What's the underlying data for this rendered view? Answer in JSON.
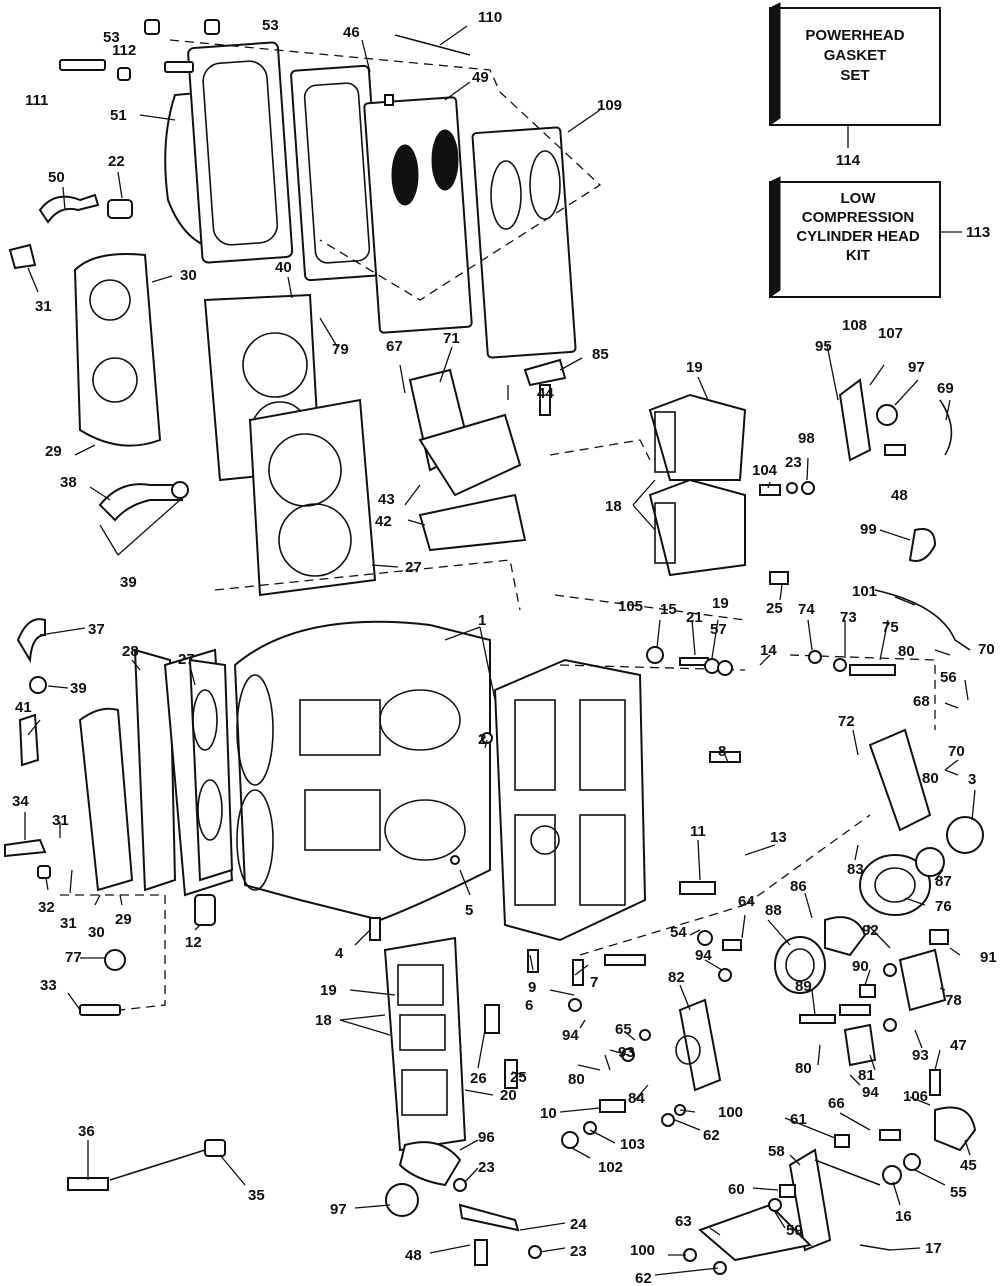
{
  "kits": {
    "gasket_set": {
      "number": "114",
      "lines": [
        "POWERHEAD",
        "GASKET",
        "SET"
      ]
    },
    "cylinder_head_kit": {
      "number": "113",
      "lines": [
        "LOW",
        "COMPRESSION",
        "CYLINDER HEAD",
        "KIT"
      ]
    }
  },
  "callouts": [
    "53",
    "53",
    "112",
    "111",
    "110",
    "46",
    "49",
    "51",
    "109",
    "22",
    "50",
    "31",
    "30",
    "40",
    "79",
    "29",
    "67",
    "71",
    "85",
    "19",
    "95",
    "108",
    "107",
    "97",
    "69",
    "44",
    "104",
    "23",
    "98",
    "48",
    "38",
    "18",
    "43",
    "42",
    "99",
    "39",
    "27",
    "101",
    "19",
    "25",
    "105",
    "15",
    "21",
    "57",
    "74",
    "73",
    "75",
    "80",
    "70",
    "56",
    "68",
    "37",
    "28",
    "27",
    "1",
    "14",
    "39",
    "41",
    "72",
    "2",
    "8",
    "70",
    "80",
    "3",
    "34",
    "31",
    "11",
    "13",
    "83",
    "87",
    "86",
    "76",
    "32",
    "31",
    "30",
    "29",
    "12",
    "5",
    "64",
    "88",
    "54",
    "92",
    "91",
    "4",
    "9",
    "7",
    "94",
    "82",
    "90",
    "77",
    "6",
    "78",
    "33",
    "19",
    "89",
    "18",
    "65",
    "93",
    "80",
    "26",
    "94",
    "25",
    "93",
    "81",
    "47",
    "80",
    "94",
    "106",
    "20",
    "84",
    "100",
    "10",
    "66",
    "61",
    "62",
    "103",
    "36",
    "96",
    "102",
    "45",
    "58",
    "55",
    "35",
    "60",
    "23",
    "16",
    "97",
    "59",
    "24",
    "63",
    "48",
    "23",
    "100",
    "17",
    "62"
  ],
  "colors": {
    "ink": "#111111",
    "paper": "#ffffff"
  }
}
